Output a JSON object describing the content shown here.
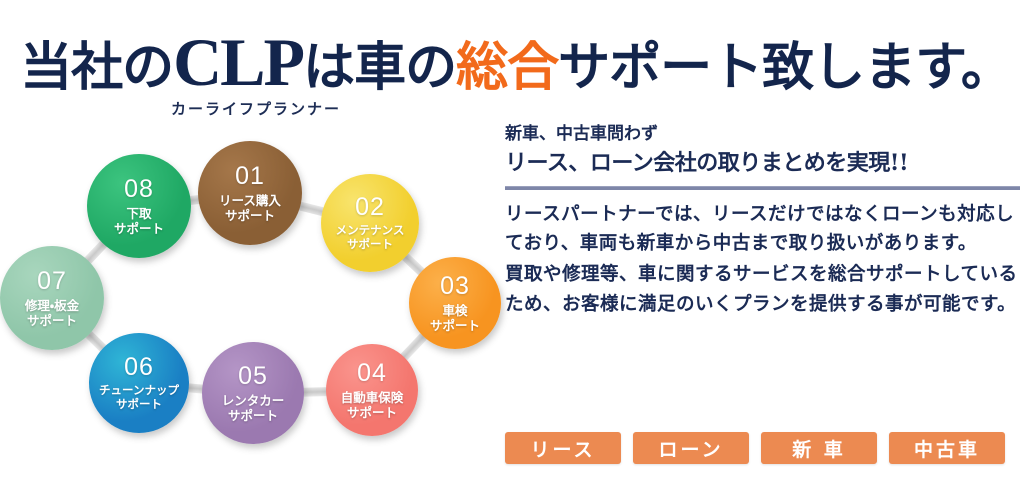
{
  "headline": {
    "part1": "当社の",
    "clp": "CLP",
    "part2": "は車の",
    "accent": "総合",
    "part3": "サポート致します。",
    "ruby": "カーライフプランナー",
    "color_navy": "#13254c",
    "color_accent": "#f26a1b"
  },
  "ring": {
    "nodes": [
      {
        "num": "01",
        "line1": "リース購入",
        "line2": "サポート",
        "color": "#8a5f35",
        "color_light": "#a5774a"
      },
      {
        "num": "02",
        "line1": "メンテナンス",
        "line2": "サポート",
        "color": "#f2cf2e",
        "color_light": "#f8e46d"
      },
      {
        "num": "03",
        "line1": "車検",
        "line2": "サポート",
        "color": "#f79420",
        "color_light": "#fcb04a"
      },
      {
        "num": "04",
        "line1": "自動車保険",
        "line2": "サポート",
        "color": "#f4766e",
        "color_light": "#fa948d"
      },
      {
        "num": "05",
        "line1": "レンタカー",
        "line2": "サポート",
        "color": "#9b79b0",
        "color_light": "#b495c6"
      },
      {
        "num": "06",
        "line1": "チューンナップ",
        "line2": "サポート",
        "color": "#1a7fc4",
        "color_light": "#2fb5d6"
      },
      {
        "num": "07",
        "line1": "修理・板金",
        "line2": "サポート",
        "color": "#8fc6a9",
        "color_light": "#a8d6bd"
      },
      {
        "num": "08",
        "line1": "下取",
        "line2": "サポート",
        "color": "#1fa864",
        "color_light": "#3cc47f"
      }
    ]
  },
  "panel": {
    "sub1": "新車、中古車問わず",
    "sub2": "リース、ローン会社の取りまとめを実現!!",
    "paragraph1": "リースパートナーでは、リースだけではなくローンも対応しており、車両も新車から中古まで取り扱いがあります。",
    "paragraph2": "買取や修理等、車に関するサービスを総合サポートしているため、お客様に満足のいくプランを提供する事が可能です。",
    "divider_color": "#7e86a8"
  },
  "tags": {
    "color": "#ec8a51",
    "items": [
      "リース",
      "ローン",
      "新 車",
      "中古車"
    ]
  }
}
